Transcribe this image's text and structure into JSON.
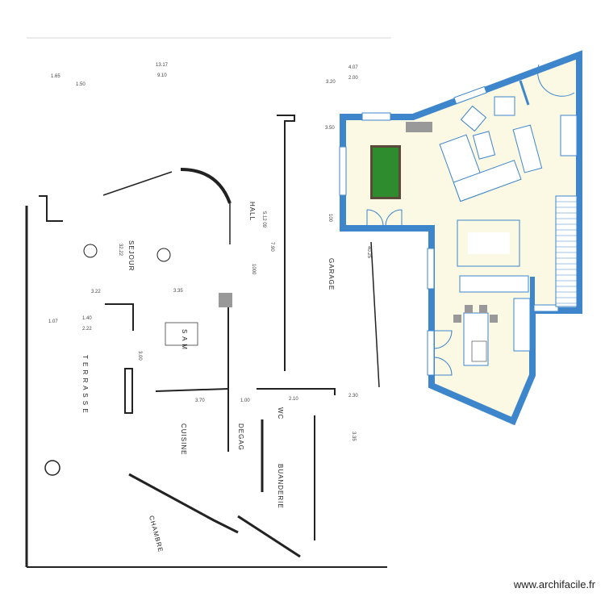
{
  "plan": {
    "colors": {
      "wall": "#3d86cc",
      "floor": "#fbf8e3",
      "scan_ink": "#222222",
      "billiard_felt": "#2e8b2e"
    },
    "scan_rooms": [
      "SEJOUR",
      "HALL",
      "GARAGE",
      "S A M",
      "T E R R A S S E",
      "CUISINE",
      "DEGAG",
      "WC",
      "BUANDERIE",
      "CHAMBRE"
    ],
    "scan_dimensions": [
      "13.17",
      "9.10",
      "1.65",
      "1.50",
      "3.20",
      "4.07",
      "2.00",
      "3.50",
      "3.22",
      "1.07",
      "1.40",
      "2.22",
      "3.35",
      "3.70",
      "1.00",
      "2.10",
      "2.30",
      "3.35",
      "3.00",
      "7.90",
      "100",
      "1000",
      "5.12 09",
      "32.22",
      "40.25"
    ],
    "icons": [
      "billiard-table-icon",
      "sofa-icon",
      "armchair-icon",
      "dining-table-icon",
      "kitchen-island-icon",
      "staircase-icon",
      "door-icon",
      "window-icon",
      "fireplace-icon",
      "cooktop-icon",
      "sink-icon"
    ]
  },
  "watermark": "www.archifacile.fr"
}
